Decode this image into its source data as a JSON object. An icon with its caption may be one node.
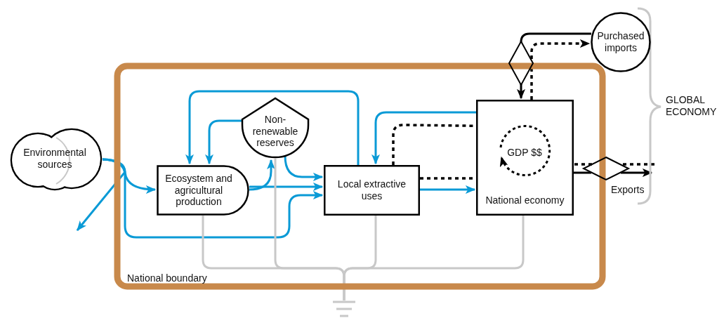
{
  "diagram": {
    "nodes": [
      {
        "text": [
          "National boundary"
        ]
      },
      {
        "text": [
          "Environmental sources"
        ]
      },
      {
        "text": [
          "Ecosystem and agricultural production"
        ],
        "in": 0
      },
      {
        "text": [
          "Non-renewable reserves"
        ],
        "in": 0
      },
      {
        "text": [
          "Local extractive uses"
        ],
        "in": 0
      },
      {
        "text": [
          "National economy"
        ],
        "in": 0
      },
      {
        "text": [
          "GDP $$"
        ],
        "in": 5
      },
      {
        "text": [
          "Purchased imports"
        ]
      },
      {
        "text": [],
        "shape": "diamond"
      },
      {
        "text": [],
        "shape": "diamond",
        "beside": [
          "Exports"
        ]
      },
      {
        "text": [],
        "shape": "ground"
      }
    ],
    "edges": [
      {
        "from": 1,
        "to": 2,
        "arrow": "to"
      },
      {
        "from": 1,
        "to": null,
        "arrow": "to"
      },
      {
        "from": 1,
        "to": 4,
        "arrow": "to"
      },
      {
        "from": 2,
        "to": 3,
        "arrow": "to"
      },
      {
        "from": 2,
        "to": 4,
        "arrow": "to"
      },
      {
        "from": 3,
        "to": 2,
        "arrow": "to"
      },
      {
        "from": 3,
        "to": 4,
        "arrow": "to"
      },
      {
        "from": 4,
        "to": 2,
        "arrow": "to"
      },
      {
        "from": 4,
        "to": 5,
        "arrow": "to"
      },
      {
        "from": 5,
        "to": 4,
        "arrow": "to"
      },
      {
        "from": 4,
        "to": 6,
        "arrow": "to",
        "style": "dashed",
        "color": "#000000"
      },
      {
        "from": 6,
        "to": 4,
        "arrow": "none",
        "style": "dashed",
        "color": "#000000"
      },
      {
        "from": 7,
        "to": 8,
        "arrow": "none",
        "color": "#000000"
      },
      {
        "from": 8,
        "to": 5,
        "arrow": "to",
        "color": "#000000"
      },
      {
        "from": 5,
        "to": 8,
        "arrow": "none",
        "style": "dashed",
        "color": "#000000"
      },
      {
        "from": 8,
        "to": 7,
        "arrow": "to",
        "style": "dashed",
        "color": "#000000"
      },
      {
        "from": 5,
        "to": 9,
        "arrow": "none",
        "color": "#000000"
      },
      {
        "from": 9,
        "to": null,
        "arrow": "to",
        "color": "#000000"
      },
      {
        "from": null,
        "to": 9,
        "arrow": "none",
        "style": "dashed",
        "color": "#000000"
      },
      {
        "from": 9,
        "to": 6,
        "arrow": "to",
        "style": "dashed",
        "color": "#000000"
      },
      {
        "from": 2,
        "to": 10,
        "arrow": "none",
        "color": "#c8c8c8"
      },
      {
        "from": 3,
        "to": 10,
        "arrow": "none",
        "color": "#c8c8c8"
      },
      {
        "from": 4,
        "to": 10,
        "arrow": "none",
        "color": "#c8c8c8"
      },
      {
        "from": 5,
        "to": 10,
        "arrow": "none",
        "color": "#c8c8c8"
      }
    ],
    "labels": [
      "GLOBAL ECONOMY"
    ]
  }
}
